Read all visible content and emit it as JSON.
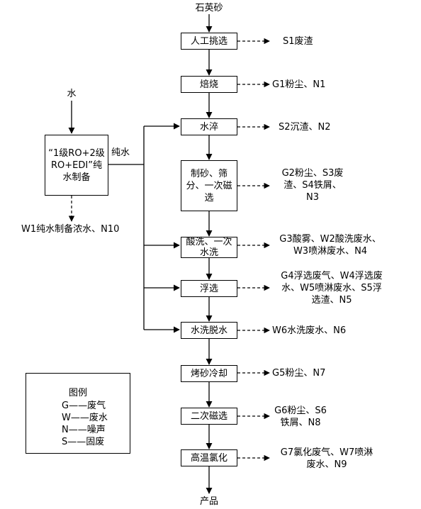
{
  "input_top": "石英砂",
  "output_bottom": "产品",
  "water_in": "水",
  "pure_water_label": "纯水",
  "ro_box": {
    "l1": "“1级RO+2级",
    "l2": "RO+EDI”纯",
    "l3": "水制备"
  },
  "ro_output": "W1纯水制备浓水、N10",
  "steps": [
    {
      "lines": [
        "人工挑选"
      ],
      "emission": [
        "S1废渣"
      ]
    },
    {
      "lines": [
        "焙烧"
      ],
      "emission": [
        "G1粉尘、N1"
      ]
    },
    {
      "lines": [
        "水淬"
      ],
      "emission": [
        "S2沉渣、N2"
      ]
    },
    {
      "lines": [
        "制砂、筛",
        "分、一次磁",
        "选"
      ],
      "emission": [
        "G2粉尘、S3废",
        "渣、S4铁屑、",
        "N3"
      ]
    },
    {
      "lines": [
        "酸洗、一次",
        "水洗"
      ],
      "emission": [
        "G3酸雾、W2酸洗废水、",
        "W3喷淋废水、N4"
      ]
    },
    {
      "lines": [
        "浮选"
      ],
      "emission": [
        "G4浮选废气、W4浮选废",
        "水、W5喷淋废水、S5浮",
        "选渣、N5"
      ]
    },
    {
      "lines": [
        "水洗脱水"
      ],
      "emission": [
        "W6水洗废水、N6"
      ]
    },
    {
      "lines": [
        "烤砂冷却"
      ],
      "emission": [
        "G5粉尘、N7"
      ]
    },
    {
      "lines": [
        "二次磁选"
      ],
      "emission": [
        "G6粉尘、S6",
        "铁屑、N8"
      ]
    },
    {
      "lines": [
        "高温氯化"
      ],
      "emission": [
        "G7氯化废气、W7喷淋",
        "废水、N9"
      ]
    }
  ],
  "legend": {
    "title": "图例",
    "rows": [
      "G——废气",
      "W——废水",
      "N——噪声",
      "S——固废"
    ]
  }
}
